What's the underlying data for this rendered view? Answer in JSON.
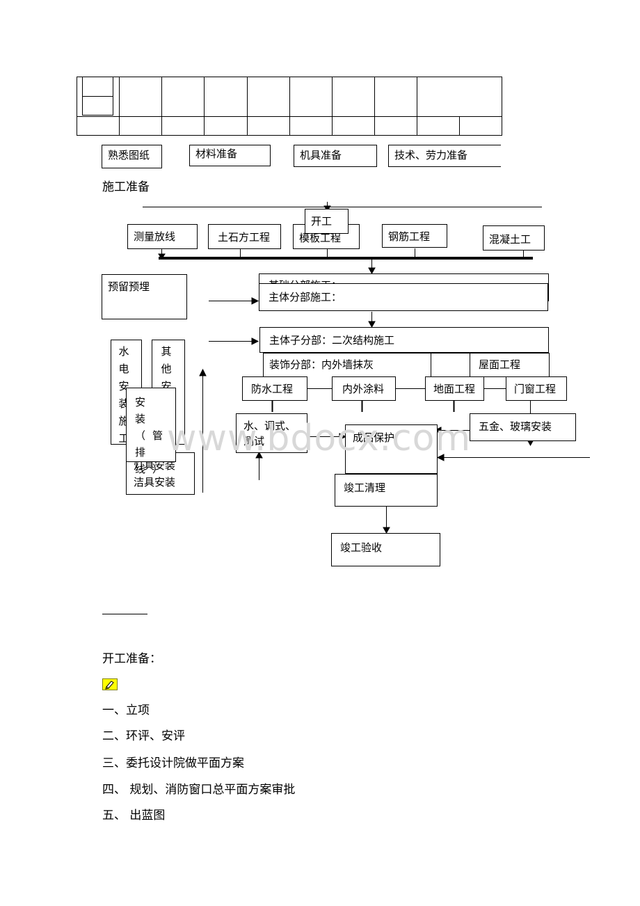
{
  "prep_boxes": [
    "熟悉图纸",
    "材料准备",
    "机具准备",
    "技术、劳力准备"
  ],
  "section_title": "施工准备",
  "flow": {
    "start": "开工",
    "row1": [
      "测量放线",
      "土石方工程",
      "模板工程",
      "钢筋工程",
      "混凝土工"
    ],
    "foundation": "基础分部施工：",
    "embed": "预留预埋",
    "main_body": "主体分部施工：",
    "secondary": "主体子分部：二次结构施工",
    "plumbing_vertical": "水电安装施工",
    "other_vertical": "其他安装",
    "install_vertical": "安装（管、排线）",
    "install_lower": [
      "灯具安装",
      "洁具安装"
    ],
    "decoration": "装饰分部：内外墙抹灰",
    "roof": "屋面工程",
    "row3": [
      "防水工程",
      "内外涂料",
      "地面工程",
      "门窗工程"
    ],
    "test": "水、调式、测试",
    "hardware": "五金、玻璃安装",
    "protection": "成品保护",
    "cleanup": "竣工清理",
    "acceptance": "竣工验收"
  },
  "watermark": "www.bdocx.com",
  "start_prep_title": "开工准备：",
  "note_icon": "note-pencil-icon",
  "list": [
    "一、立项",
    "二、环评、安评",
    "三、委托设计院做平面方案",
    "四、 规划、消防窗口总平面方案审批",
    "五、 出蓝图"
  ]
}
